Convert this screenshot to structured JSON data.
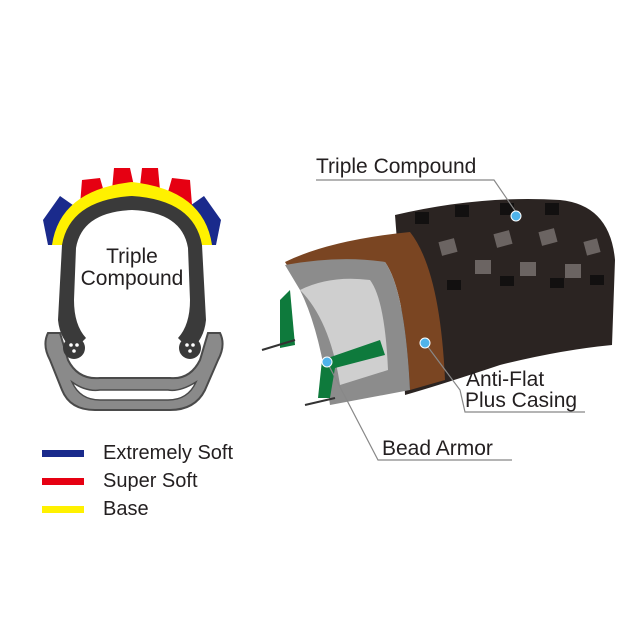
{
  "cross_section": {
    "label_line1": "Triple",
    "label_line2": "Compound"
  },
  "callouts": {
    "triple_compound": "Triple Compound",
    "anti_flat_line1": "Anti-Flat",
    "anti_flat_line2": "Plus Casing",
    "bead_armor": "Bead Armor"
  },
  "legend": [
    {
      "label": "Extremely Soft",
      "color": "#1a2a8c"
    },
    {
      "label": "Super Soft",
      "color": "#e60012"
    },
    {
      "label": "Base",
      "color": "#fff100"
    }
  ]
}
